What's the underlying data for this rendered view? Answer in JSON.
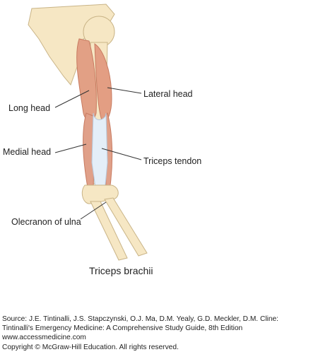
{
  "labels": {
    "lateral_head": "Lateral head",
    "long_head": "Long head",
    "medial_head": "Medial head",
    "triceps_tendon": "Triceps tendon",
    "olecranon": "Olecranon of ulna"
  },
  "caption": "Triceps brachii",
  "source": {
    "line1": "Source: J.E. Tintinalli, J.S. Stapczynski, O.J. Ma, D.M. Yealy, G.D. Meckler, D.M. Cline:",
    "line2": "Tintinalli's Emergency Medicine: A Comprehensive Study Guide, 8th Edition",
    "line3": "www.accessmedicine.com",
    "line4": "Copyright © McGraw-Hill Education.  All rights reserved."
  },
  "colors": {
    "bone": "#f6e7c4",
    "bone_outline": "#c9b487",
    "muscle": "#e2a085",
    "muscle_dark": "#c77a60",
    "tendon": "#e4eef8",
    "leader_line": "#333333"
  }
}
